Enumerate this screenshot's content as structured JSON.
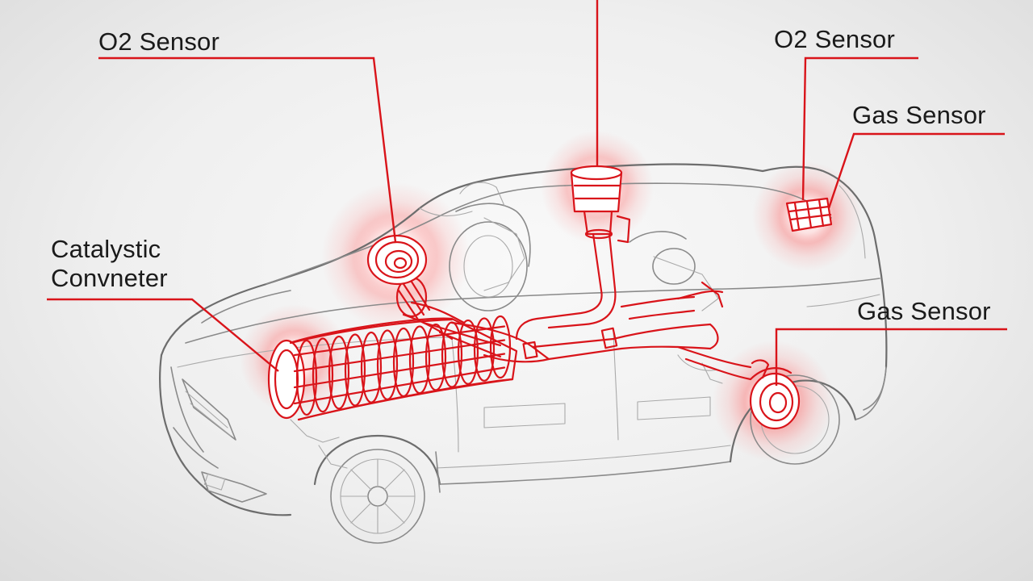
{
  "labels": {
    "o2_left": "O2 Sensor",
    "o2_right": "O2 Sensor",
    "gas_top": "Gas Sensor",
    "gas_bottom": "Gas Sensor",
    "catalytic": "Catalystic Convneter"
  },
  "colors": {
    "accent_red": "#d9141a",
    "glow": "#ff3b3b",
    "line_art": "#8a8a8a",
    "background": "#f2f2f2"
  },
  "icons": [
    "car-outline",
    "exhaust-pipe",
    "catalytic-converter",
    "o2-sensor",
    "gas-sensor",
    "intake-canister"
  ]
}
